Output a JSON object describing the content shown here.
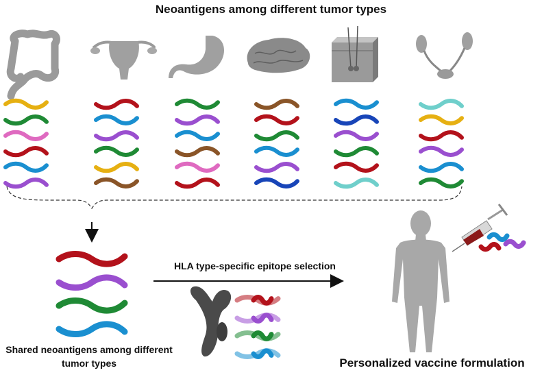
{
  "labels": {
    "title": "Neoantigens among different tumor types",
    "shared": "Shared neoantigens among different tumor types",
    "hla": "HLA type-specific epitope selection",
    "vaccine": "Personalized vaccine formulation"
  },
  "colors": {
    "yellow": "#e6b012",
    "green": "#1f8a35",
    "pink": "#df6ac0",
    "red": "#b3121b",
    "blue": "#1a8fd0",
    "purple": "#9a4fcf",
    "brown": "#8a5528",
    "navy": "#1845b8",
    "teal": "#6fcfcb",
    "organ": "#9a9a9a",
    "human": "#a8a8a8",
    "hla": "#4a4a4a"
  },
  "organs": [
    {
      "name": "colon-icon"
    },
    {
      "name": "uterus-icon"
    },
    {
      "name": "stomach-icon"
    },
    {
      "name": "brain-icon"
    },
    {
      "name": "skin-icon"
    },
    {
      "name": "kidney-bladder-icon"
    }
  ],
  "columns": [
    [
      "yellow",
      "green",
      "pink",
      "red",
      "blue",
      "purple"
    ],
    [
      "red",
      "blue",
      "purple",
      "green",
      "yellow",
      "brown"
    ],
    [
      "green",
      "purple",
      "blue",
      "brown",
      "pink",
      "red"
    ],
    [
      "brown",
      "red",
      "green",
      "blue",
      "purple",
      "navy"
    ],
    [
      "blue",
      "navy",
      "purple",
      "green",
      "red",
      "teal"
    ],
    [
      "teal",
      "yellow",
      "red",
      "purple",
      "blue",
      "green"
    ]
  ],
  "shared_peptides": [
    "red",
    "purple",
    "green",
    "blue"
  ],
  "hla_peptides": [
    "red",
    "purple",
    "green",
    "blue"
  ],
  "vaccine_peptides": [
    "blue",
    "red",
    "purple"
  ]
}
